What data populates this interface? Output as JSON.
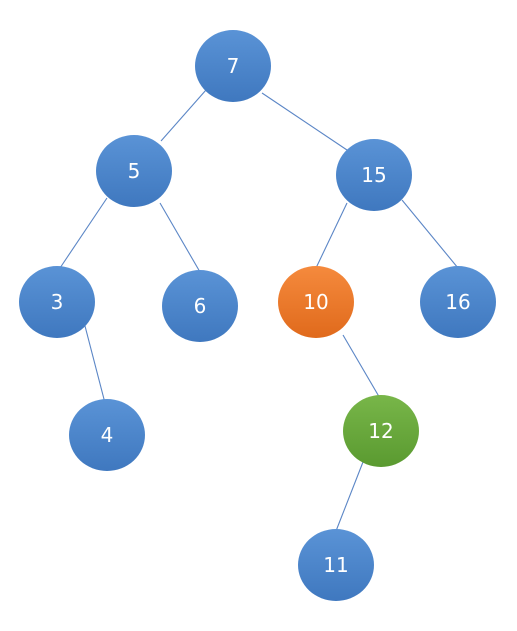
{
  "colors": {
    "background": "#ffffff",
    "edge": "#5b86c6",
    "node_default": "#4f88cc",
    "node_highlight_orange": "#ee7a2e",
    "node_highlight_green": "#6aaa3e",
    "label": "#ffffff"
  },
  "tree": {
    "nodes": [
      {
        "id": "n7",
        "label": "7",
        "fill": "default"
      },
      {
        "id": "n5",
        "label": "5",
        "fill": "default"
      },
      {
        "id": "n15",
        "label": "15",
        "fill": "default"
      },
      {
        "id": "n3",
        "label": "3",
        "fill": "default"
      },
      {
        "id": "n6",
        "label": "6",
        "fill": "default"
      },
      {
        "id": "n10",
        "label": "10",
        "fill": "orange"
      },
      {
        "id": "n16",
        "label": "16",
        "fill": "default"
      },
      {
        "id": "n4",
        "label": "4",
        "fill": "default"
      },
      {
        "id": "n12",
        "label": "12",
        "fill": "green"
      },
      {
        "id": "n11",
        "label": "11",
        "fill": "default"
      }
    ],
    "edges": [
      {
        "from": "n7",
        "to": "n5"
      },
      {
        "from": "n7",
        "to": "n15"
      },
      {
        "from": "n5",
        "to": "n3"
      },
      {
        "from": "n5",
        "to": "n6"
      },
      {
        "from": "n15",
        "to": "n10"
      },
      {
        "from": "n15",
        "to": "n16"
      },
      {
        "from": "n3",
        "to": "n4"
      },
      {
        "from": "n10",
        "to": "n12"
      },
      {
        "from": "n12",
        "to": "n11"
      }
    ]
  }
}
